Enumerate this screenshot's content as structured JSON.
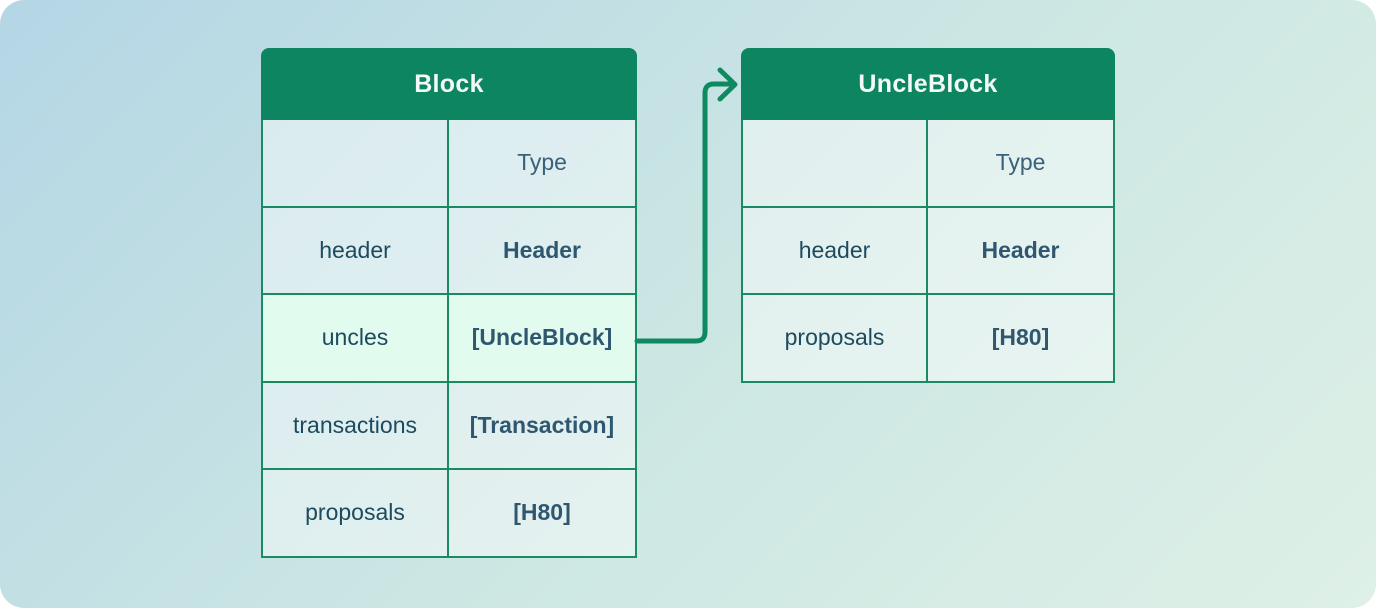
{
  "diagram": {
    "tables": [
      {
        "title": "Block",
        "type_column_header": "Type",
        "rows": [
          {
            "field": "header",
            "type": "Header"
          },
          {
            "field": "uncles",
            "type": "[UncleBlock]",
            "highlighted": true
          },
          {
            "field": "transactions",
            "type": "[Transaction]"
          },
          {
            "field": "proposals",
            "type": "[H80]"
          }
        ]
      },
      {
        "title": "UncleBlock",
        "type_column_header": "Type",
        "rows": [
          {
            "field": "header",
            "type": "Header"
          },
          {
            "field": "proposals",
            "type": "[H80]"
          }
        ]
      }
    ],
    "connection": {
      "from": "Block.uncles",
      "to": "UncleBlock",
      "style": "elbow-arrow-right"
    },
    "colors": {
      "table_header_bg": "#0e8561",
      "table_border": "#1a8a63",
      "arrow": "#0e8a61",
      "title_text": "#f3fbf7",
      "field_text": "#1d4a5f",
      "type_text": "#2f5870",
      "highlight_row_bg": "#e2fbef",
      "background_gradient_start": "#b4d6e5",
      "background_gradient_end": "#def0e7"
    }
  }
}
